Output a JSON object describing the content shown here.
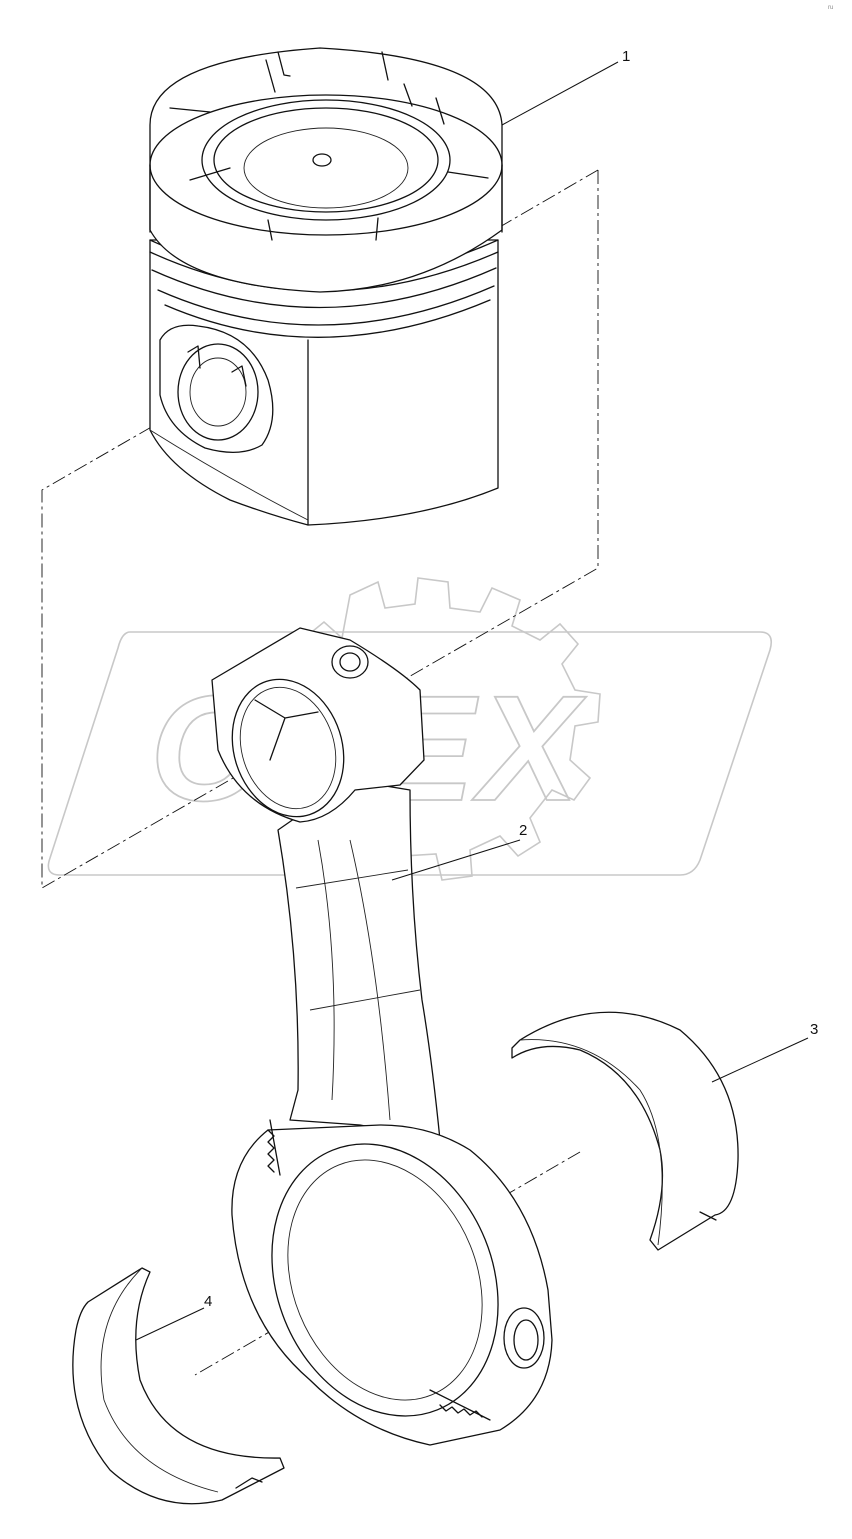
{
  "diagram": {
    "callouts": [
      {
        "id": "1",
        "label": "1"
      },
      {
        "id": "2",
        "label": "2"
      },
      {
        "id": "3",
        "label": "3"
      },
      {
        "id": "4",
        "label": "4"
      }
    ],
    "watermark_text": "OPEX",
    "corner_mark": "ru"
  }
}
